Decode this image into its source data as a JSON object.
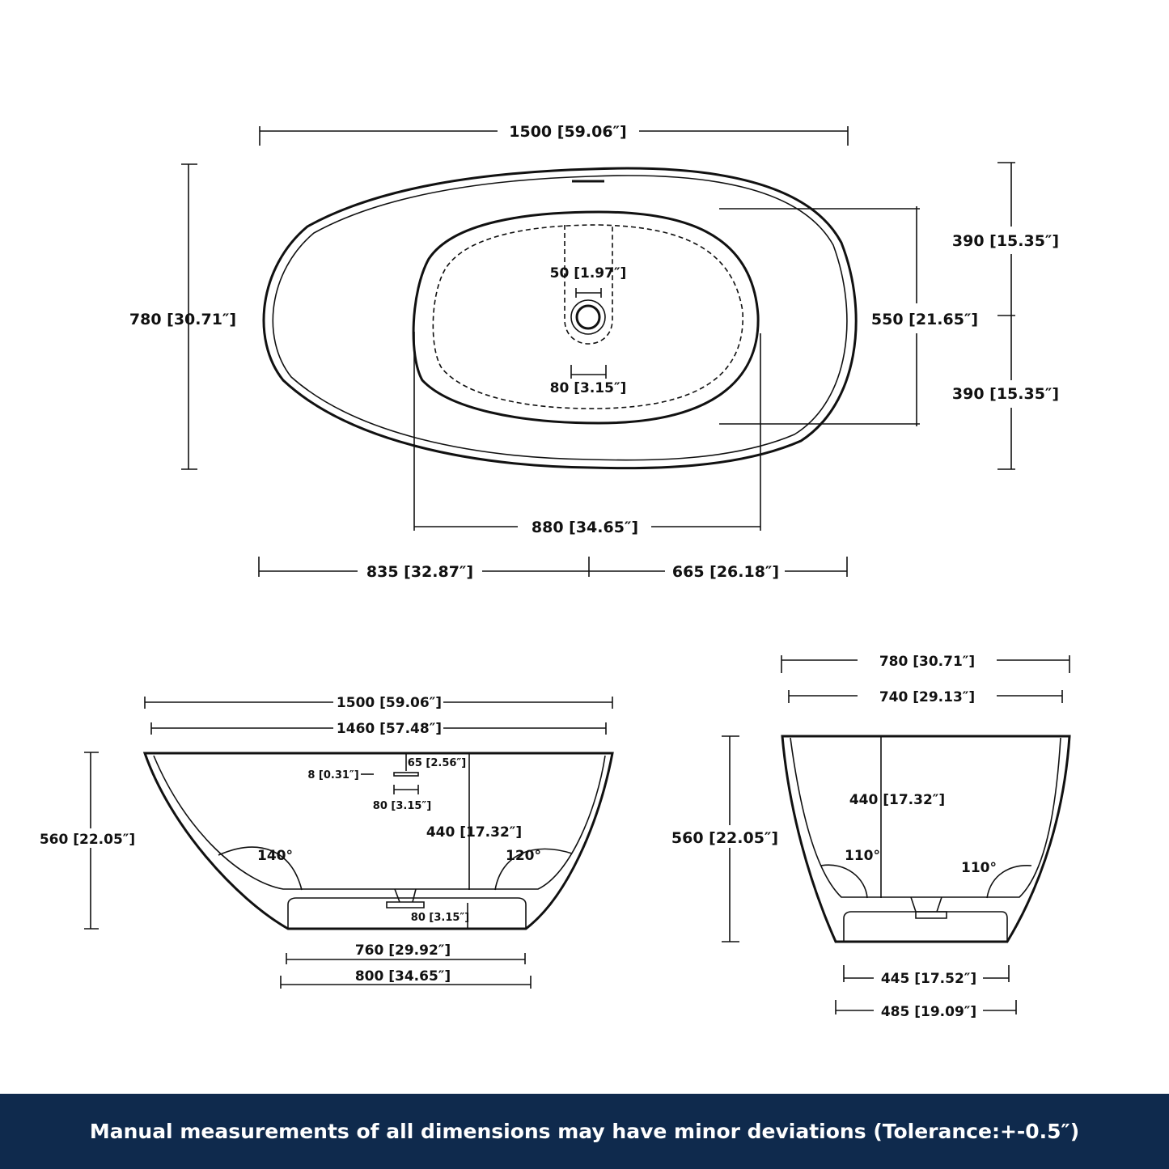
{
  "top_view": {
    "overall_length": "1500 [59.06″]",
    "overall_width": "780 [30.71″]",
    "inner_width": "550 [21.65″]",
    "half_width_top": "390 [15.35″]",
    "half_width_bottom": "390 [15.35″]",
    "inner_length": "880 [34.65″]",
    "drain_to_left": "835 [32.87″]",
    "drain_to_right": "665 [26.18″]",
    "drain_diameter": "50 [1.97″]",
    "drain_slot_width": "80 [3.15″]"
  },
  "side_view": {
    "overall_length": "1500 [59.06″]",
    "rim_length": "1460 [57.48″]",
    "height": "560 [22.05″]",
    "depth": "440 [17.32″]",
    "overflow_thickness": "8 [0.31″]",
    "overflow_length": "65 [2.56″]",
    "overflow_offset": "80 [3.15″]",
    "drain_height": "80 [3.15″]",
    "left_angle": "140°",
    "right_angle": "120°",
    "base_inner": "760 [29.92″]",
    "base_outer": "800 [34.65″]"
  },
  "end_view": {
    "overall_width": "780 [30.71″]",
    "rim_width": "740 [29.13″]",
    "height": "560 [22.05″]",
    "depth": "440 [17.32″]",
    "left_angle": "110°",
    "right_angle": "110°",
    "base_inner": "445 [17.52″]",
    "base_outer": "485 [19.09″]"
  },
  "footer": {
    "note": "Manual measurements of all dimensions may have minor deviations (Tolerance:+-0.5″)"
  },
  "colors": {
    "footer_background": "#0f2a4d",
    "line": "#111111"
  }
}
